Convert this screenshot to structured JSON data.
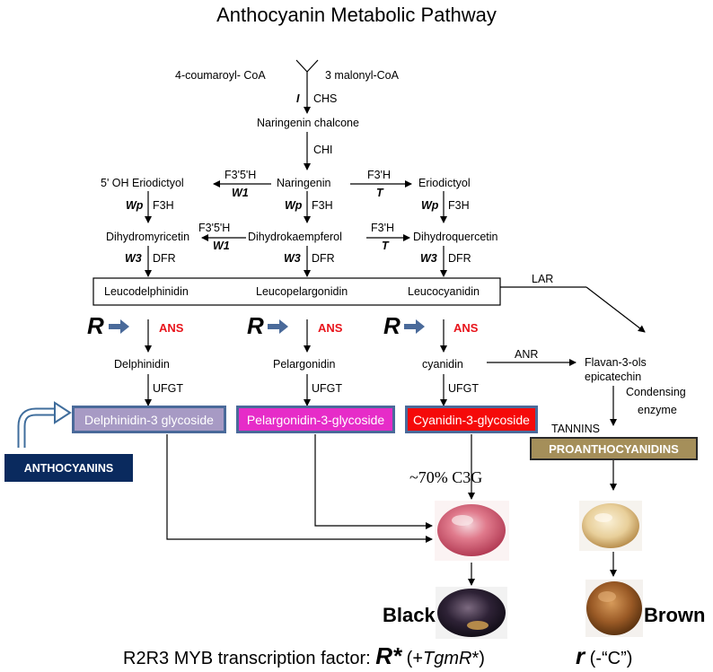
{
  "title": "Anthocyanin Metabolic Pathway",
  "compounds": {
    "coumaroyl": "4-coumaroyl- CoA",
    "malonyl": "3 malonyl-CoA",
    "naringenin_chalcone": "Naringenin chalcone",
    "naringenin": "Naringenin",
    "eriodictyol_5oh": "5' OH Eriodictyol",
    "eriodictyol": "Eriodictyol",
    "dihydromyricetin": "Dihydromyricetin",
    "dihydrokaempferol": "Dihydrokaempferol",
    "dihydroquercetin": "Dihydroquercetin",
    "leucodelphinidin": "Leucodelphinidin",
    "leucopelargonidin": "Leucopelargonidin",
    "leucocyanidin": "Leucocyanidin",
    "delphinidin": "Delphinidin",
    "pelargonidin": "Pelargonidin",
    "cyanidin": "cyanidin",
    "flavan3ols": "Flavan-3-ols",
    "epicatechin": "epicatechin",
    "tannins": "TANNINS"
  },
  "enzymes": {
    "chs": "CHS",
    "chi": "CHI",
    "f3h": "F3H",
    "f35h": "F3'5'H",
    "f3ph": "F3'H",
    "dfr": "DFR",
    "ans": "ANS",
    "ufgt": "UFGT",
    "lar": "LAR",
    "anr": "ANR",
    "condensing": "Condensing",
    "enzyme": "enzyme"
  },
  "genes": {
    "i": "I",
    "w1": "W1",
    "t": "T",
    "wp": "Wp",
    "w3": "W3",
    "r": "R"
  },
  "glycosides": {
    "delphinidin": "Delphinidin-3 glycoside",
    "pelargonidin": "Pelargonidin-3-glycoside",
    "cyanidin": "Cyanidin-3-glycoside"
  },
  "labels": {
    "anthocyanins": "ANTHOCYANINS",
    "proanthocyanidins": "PROANTHOCYANIDINS",
    "c3g": "~70% C3G",
    "black": "Black",
    "brown": "Brown",
    "footer_prefix": "R2R3 MYB transcription factor: ",
    "footer_rstar": "R*",
    "footer_paren_open": " (+",
    "footer_tgmr": "TgmR",
    "footer_paren_close": "*)",
    "footer_r": "r",
    "footer_c": " (-“C”)"
  },
  "colors": {
    "delphinidin_box": "#a79ac4",
    "pelargonidin_box": "#e62cc8",
    "cyanidin_box": "#f50a0a",
    "box_border": "#4a6a9a",
    "anthocyanins_box": "#0a2a5e",
    "proanthocyanidins_box": "#a58f5a",
    "regulator_arrow": "#4a6a9a",
    "ans_text": "#e8141b"
  }
}
